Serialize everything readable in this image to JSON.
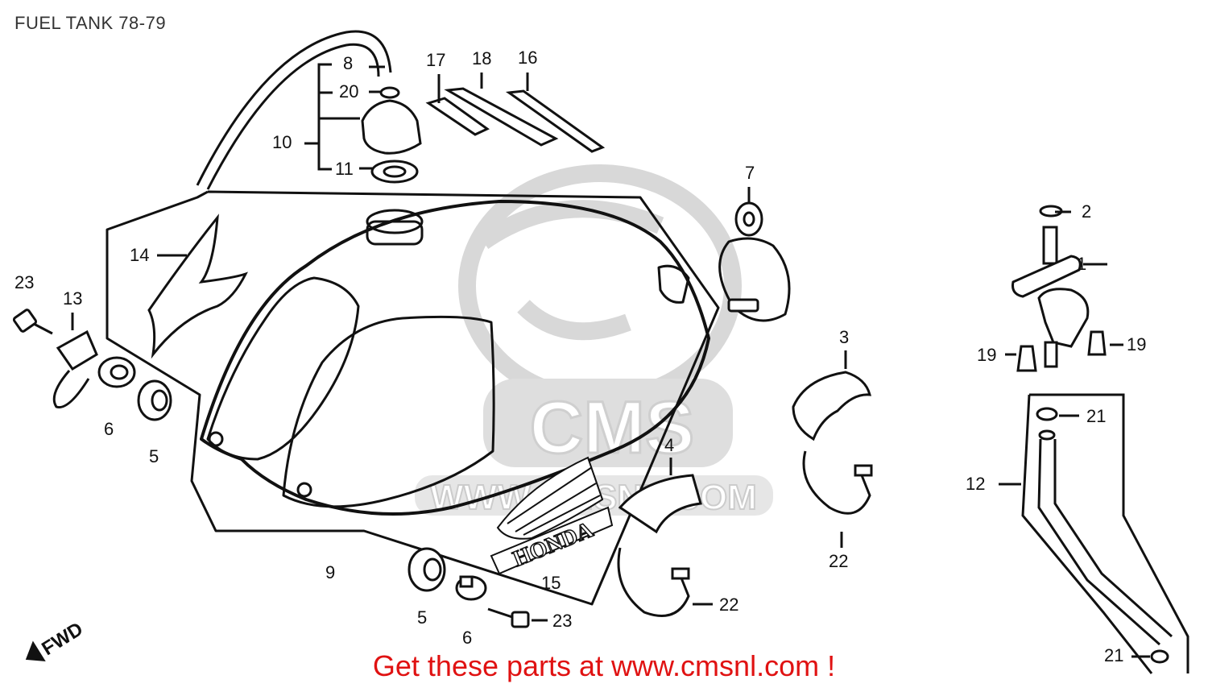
{
  "title": "FUEL TANK 78-79",
  "footer": {
    "text": "Get these parts at www.cmsnl.com !",
    "color": "#e01212"
  },
  "watermark": {
    "brand": "CMS",
    "url": "WWW.CMSNL.COM",
    "color": "#d8d8d8"
  },
  "direction_marker": {
    "label": "FWD",
    "icon": "arrow-icon"
  },
  "decal": {
    "brand": "HONDA"
  },
  "callouts": {
    "c1": "1",
    "c2": "2",
    "c3": "3",
    "c4": "4",
    "c5a": "5",
    "c5b": "5",
    "c6a": "6",
    "c6b": "6",
    "c7": "7",
    "c8": "8",
    "c9": "9",
    "c10": "10",
    "c11": "11",
    "c12": "12",
    "c13": "13",
    "c14": "14",
    "c15": "15",
    "c16": "16",
    "c17": "17",
    "c18": "18",
    "c19a": "19",
    "c19b": "19",
    "c20": "20",
    "c21a": "21",
    "c21b": "21",
    "c22a": "22",
    "c22b": "22",
    "c23a": "23",
    "c23b": "23"
  }
}
